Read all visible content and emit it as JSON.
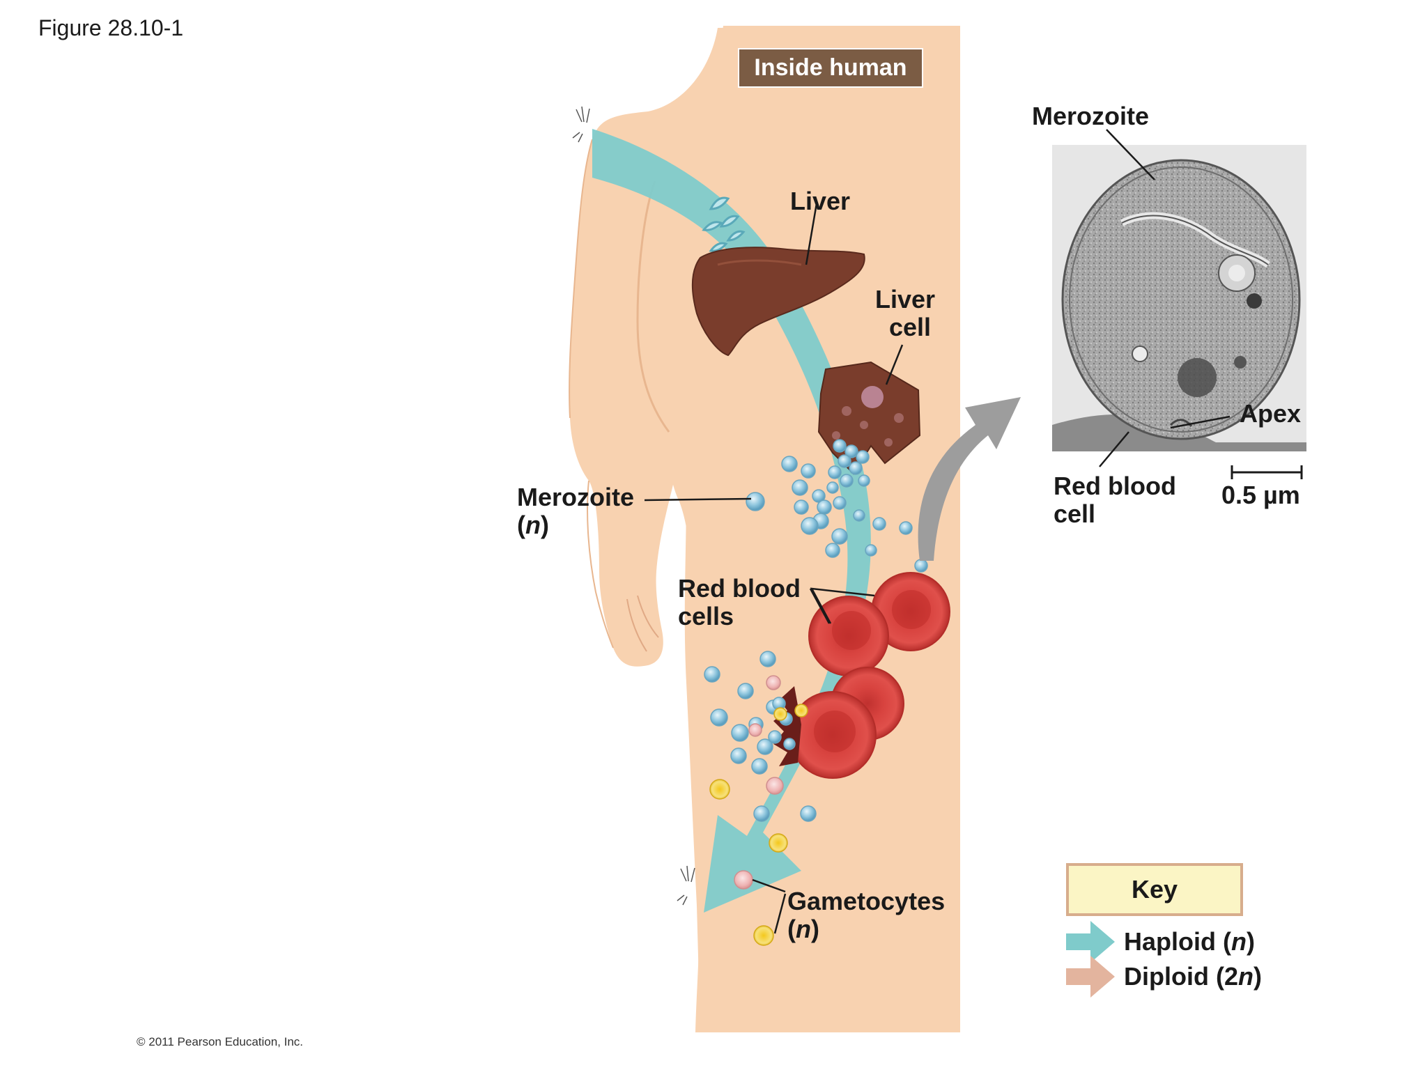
{
  "figure": {
    "title": "Figure 28.10-1",
    "copyright": "© 2011 Pearson Education, Inc."
  },
  "panel": {
    "header": "Inside human"
  },
  "labels": {
    "liver": "Liver",
    "liver_cell_line1": "Liver",
    "liver_cell_line2": "cell",
    "merozoite_line1": "Merozoite",
    "merozoite_line2_open": "(",
    "merozoite_line2_n": "n",
    "merozoite_line2_close": ")",
    "red_blood_cells_line1": "Red blood",
    "red_blood_cells_line2": "cells",
    "gametocytes_line1": "Gametocytes",
    "gametocytes_line2_open": "(",
    "gametocytes_line2_n": "n",
    "gametocytes_line2_close": ")"
  },
  "micrograph": {
    "merozoite": "Merozoite",
    "apex": "Apex",
    "red_blood_cell_line1": "Red blood",
    "red_blood_cell_line2": "cell",
    "scale": "0.5 µm"
  },
  "key": {
    "title": "Key",
    "haploid_text": "Haploid (",
    "haploid_n": "n",
    "haploid_close": ")",
    "diploid_text": "Diploid (2",
    "diploid_n": "n",
    "diploid_close": ")"
  },
  "colors": {
    "skin": "#f8d2b0",
    "haploid_arrow": "#7fcbcb",
    "diploid_arrow": "#e3b49e",
    "liver": "#7a3d2c",
    "red_blood_cell": "#d7403f",
    "header_bg": "#7b5c44",
    "key_bg": "#fbf5c5"
  }
}
